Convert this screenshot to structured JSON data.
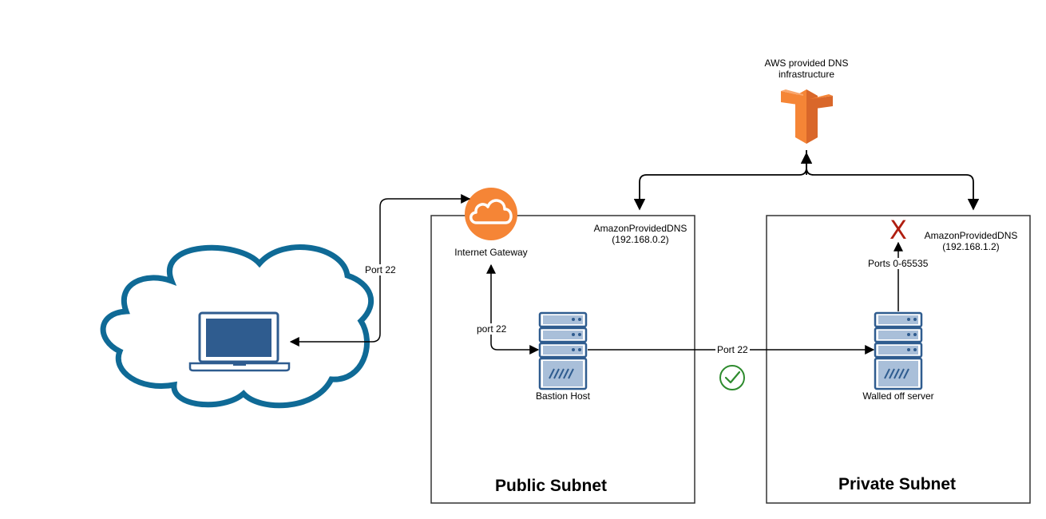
{
  "dns_infrastructure": {
    "label_line1": "AWS provided DNS",
    "label_line2": "infrastructure",
    "icon": "aws-route53-signpost-icon",
    "color": "#f58536"
  },
  "public_subnet": {
    "title": "Public Subnet",
    "dns_name": "AmazonProvidedDNS",
    "dns_ip": "(192.168.0.2)"
  },
  "private_subnet": {
    "title": "Private Subnet",
    "dns_name": "AmazonProvidedDNS",
    "dns_ip": "(192.168.1.2)",
    "blocked_mark": "X",
    "blocked_ports": "Ports 0-65535"
  },
  "internet_gateway": {
    "label": "Internet Gateway",
    "icon": "cloud-icon",
    "color": "#f58536"
  },
  "bastion_host": {
    "label": "Bastion Host",
    "icon": "server-icon"
  },
  "walled_server": {
    "label": "Walled off server",
    "icon": "server-icon"
  },
  "internet_cloud": {
    "icon": "cloud-outline-icon",
    "color": "#0f6a96"
  },
  "client": {
    "icon": "laptop-icon",
    "color": "#2f5c8f"
  },
  "connections": {
    "client_to_gateway": "Port 22",
    "gateway_to_bastion": "port 22",
    "bastion_to_server": "Port 22",
    "allowed_mark": "check-circle-icon",
    "allowed_color": "#2e8b2e"
  }
}
